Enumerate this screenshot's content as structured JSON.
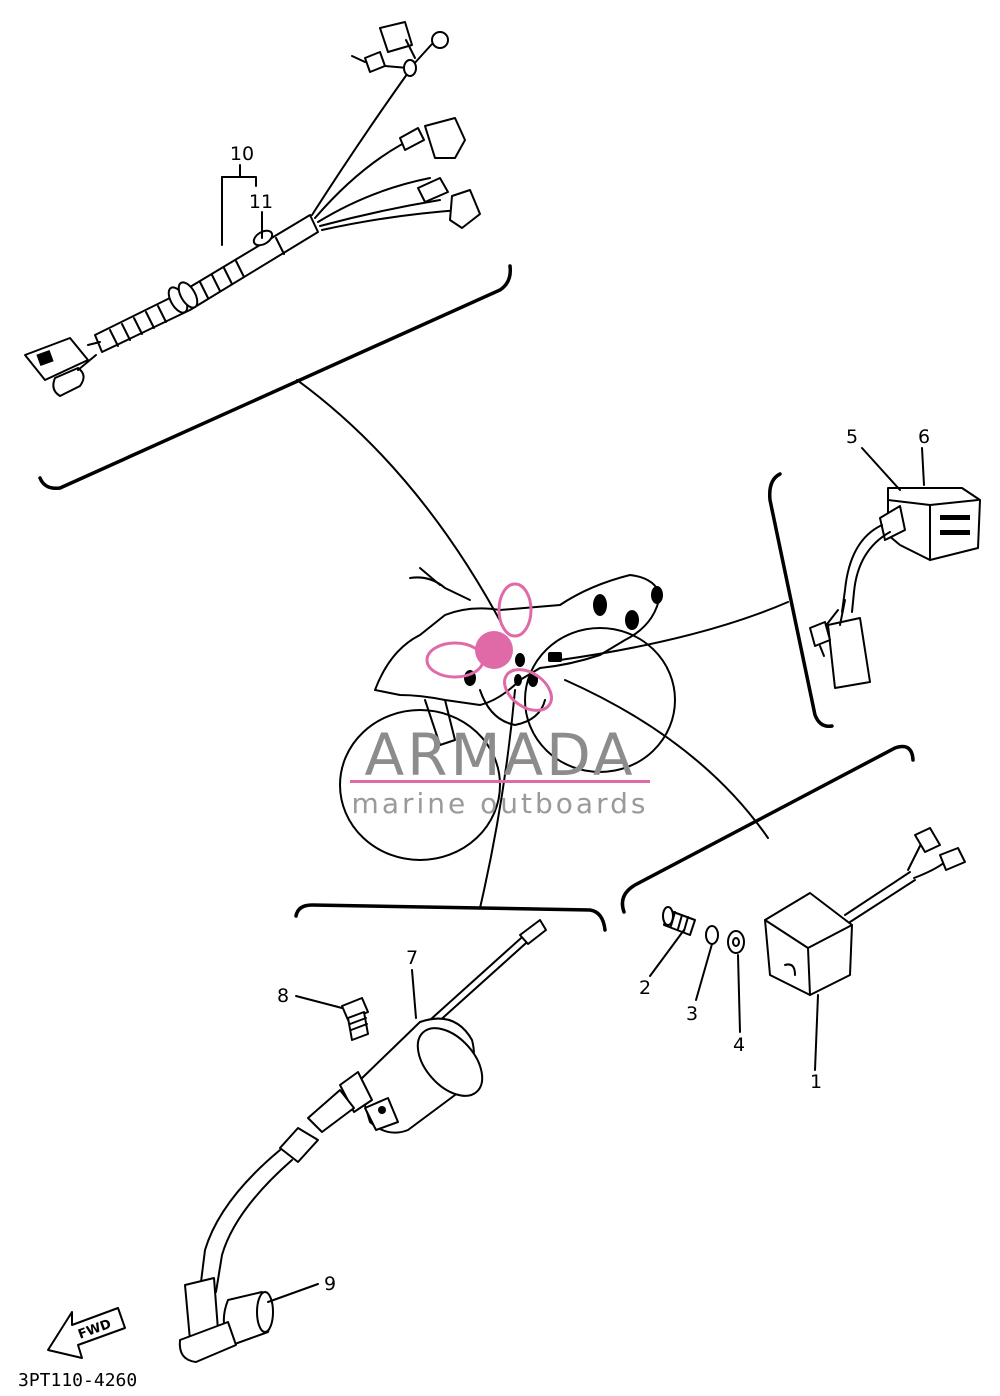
{
  "diagram": {
    "drawing_code": "3PT110-4260",
    "direction_label": "FWD",
    "callouts": [
      "1",
      "2",
      "3",
      "4",
      "5",
      "6",
      "7",
      "8",
      "9",
      "10",
      "11"
    ],
    "watermark": {
      "brand": "ARMADA",
      "tagline": "marine outboards",
      "accent_color": "#e06aa8",
      "text_color": "#8c8c8c"
    },
    "line_color": "#000000",
    "background": "#ffffff"
  }
}
